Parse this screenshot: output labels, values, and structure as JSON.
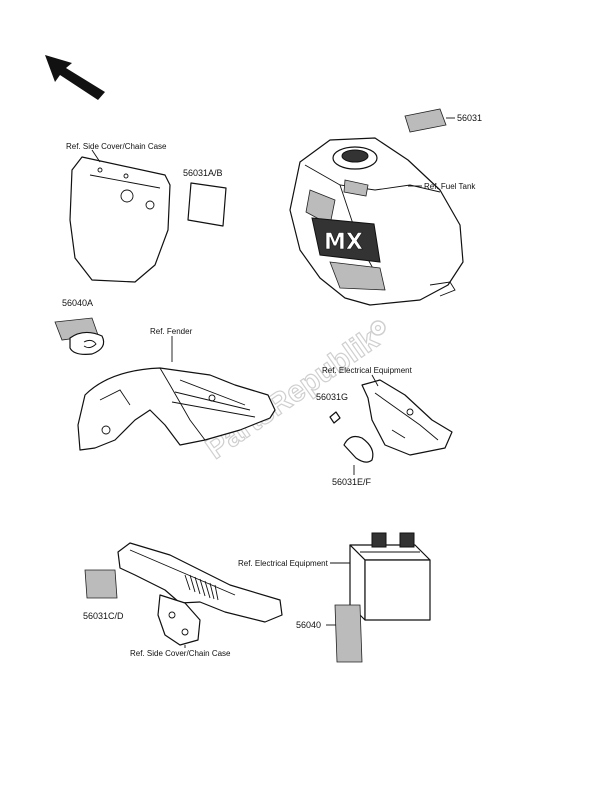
{
  "labels": {
    "ref_side_cover_top": "Ref. Side Cover/Chain Case",
    "part_56031AB": "56031A/B",
    "part_56031": "56031",
    "ref_fuel_tank": "Ref. Fuel Tank",
    "part_56040A": "56040A",
    "ref_fender": "Ref. Fender",
    "ref_electrical_top": "Ref. Electrical Equipment",
    "part_56031G": "56031G",
    "part_56031EF": "56031E/F",
    "ref_electrical_bottom": "Ref. Electrical Equipment",
    "part_56031CD": "56031C/D",
    "part_56040": "56040",
    "ref_side_cover_bottom": "Ref. Side Cover/Chain Case"
  },
  "tank_badge": "MX",
  "watermark": "PartsRepublik"
}
